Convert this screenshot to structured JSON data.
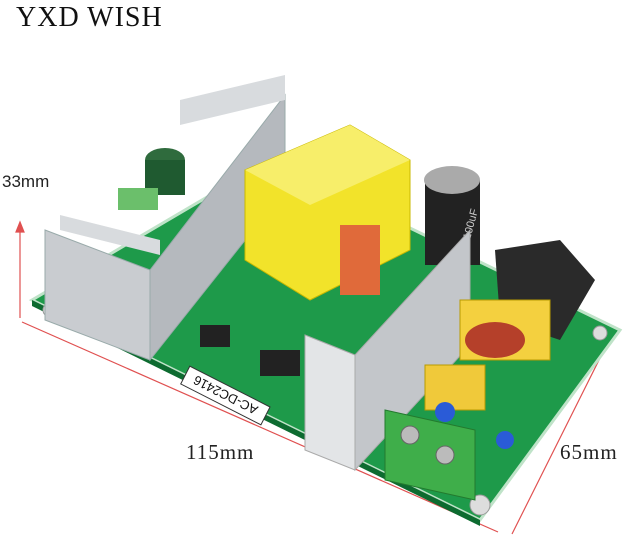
{
  "brand": "YXD WISH",
  "dimensions": {
    "height": "33mm",
    "length": "115mm",
    "width": "65mm"
  },
  "board": {
    "silkscreen_label": "AC-DC2416",
    "capacitor_label": "100uF"
  },
  "colors": {
    "pcb": "#1e9a4a",
    "transformer": "#f2e32a",
    "heatsink": "#c9ccd0",
    "dimension_line": "#e05050",
    "terminal": "#3fae4a"
  }
}
